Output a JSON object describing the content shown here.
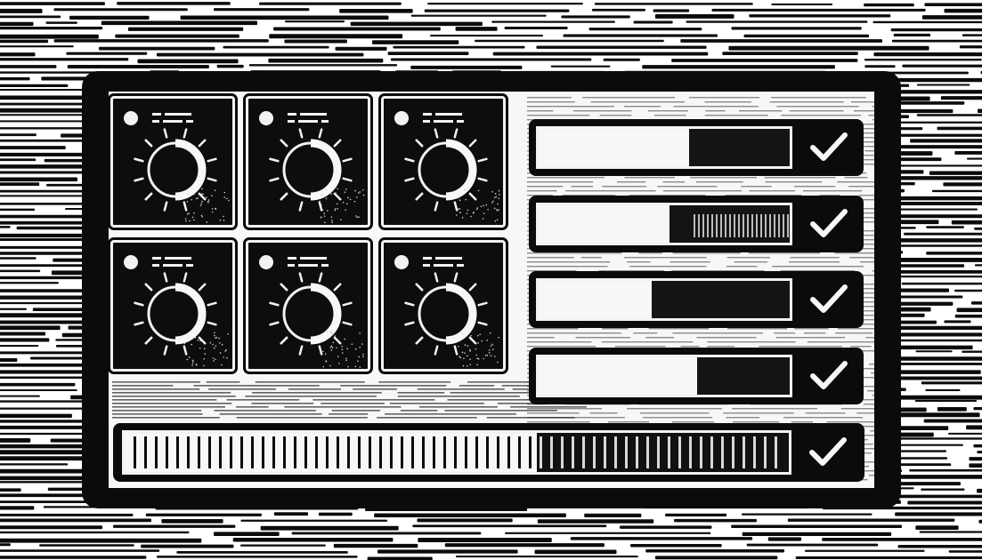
{
  "colors": {
    "ink": "#0b0b0b",
    "paper": "#f7f7f7"
  },
  "knobs": [
    {
      "id": 1,
      "level": 0.5,
      "icons": [
        "led-icon",
        "legend-icon"
      ]
    },
    {
      "id": 2,
      "level": 0.5,
      "icons": [
        "led-icon",
        "legend-icon"
      ]
    },
    {
      "id": 3,
      "level": 0.5,
      "icons": [
        "led-icon",
        "legend-icon"
      ]
    },
    {
      "id": 4,
      "level": 0.5,
      "icons": [
        "led-icon",
        "legend-icon"
      ]
    },
    {
      "id": 5,
      "level": 0.5,
      "icons": [
        "led-icon",
        "legend-icon"
      ]
    },
    {
      "id": 6,
      "level": 0.5,
      "icons": [
        "led-icon",
        "legend-icon"
      ]
    }
  ],
  "progress_bars": [
    {
      "id": 1,
      "progress": 0.6,
      "status_icon": "check-icon"
    },
    {
      "id": 2,
      "progress": 0.52,
      "status_icon": "check-icon"
    },
    {
      "id": 3,
      "progress": 0.45,
      "status_icon": "check-icon"
    },
    {
      "id": 4,
      "progress": 0.63,
      "status_icon": "check-icon"
    }
  ],
  "main_progress": {
    "progress": 0.62,
    "status_icon": "check-icon"
  }
}
